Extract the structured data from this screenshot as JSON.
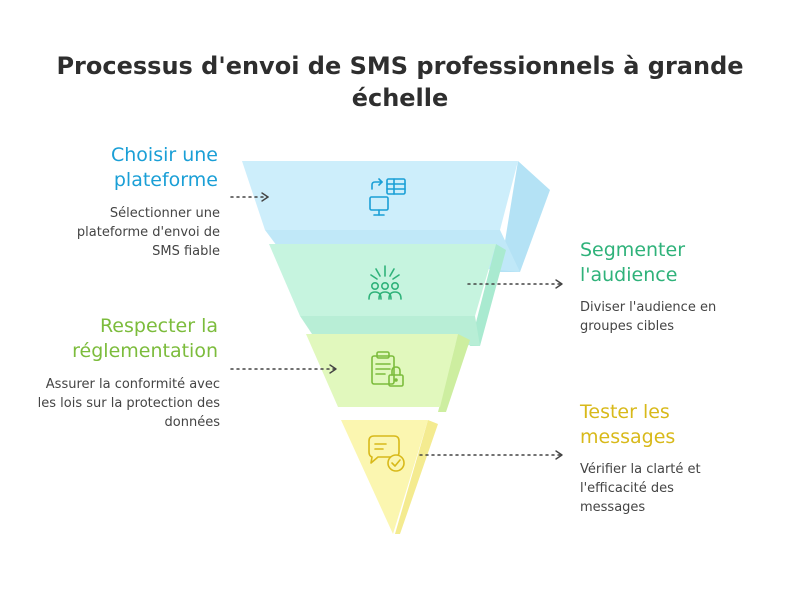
{
  "title": "Processus d'envoi de SMS professionnels à grande échelle",
  "colors": {
    "blue_accent": "#1a9fd6",
    "green_accent": "#2fb27a",
    "lime_accent": "#7cbc3c",
    "yellow_accent": "#d8b91a",
    "blue_fill": "#cdeefb",
    "green_fill": "#c6f4df",
    "lime_fill": "#e1f8bd",
    "yellow_fill": "#fbf6b0"
  },
  "stages": [
    {
      "heading": "Choisir une plateforme",
      "description": "Sélectionner une plateforme d'envoi de SMS fiable",
      "icon": "platform-select-icon"
    },
    {
      "heading": "Segmenter l'audience",
      "description": "Diviser l'audience en groupes cibles",
      "icon": "audience-segment-icon"
    },
    {
      "heading": "Respecter la réglementation",
      "description": "Assurer la conformité avec les lois sur la protection des données",
      "icon": "compliance-clipboard-icon"
    },
    {
      "heading": "Tester les messages",
      "description": "Vérifier la clarté et l'efficacité des messages",
      "icon": "message-check-icon"
    }
  ]
}
